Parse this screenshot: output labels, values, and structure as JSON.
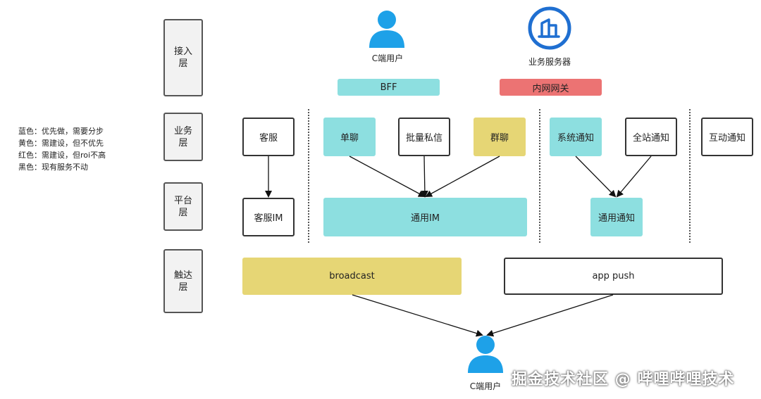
{
  "legend": {
    "lines": [
      "蓝色：优先做，需要分步",
      "黄色：需建设，但不优先",
      "红色：需建设，但roi不高",
      "黑色：现有服务不动"
    ]
  },
  "layers": {
    "access": "接入\n层",
    "business": "业务\n层",
    "platform": "平台\n层",
    "reach": "触达\n层"
  },
  "top": {
    "c_user": "C端用户",
    "biz_server": "业务服务器",
    "bff": "BFF",
    "gateway": "内网网关"
  },
  "business": {
    "kefu": "客服",
    "single_chat": "单聊",
    "batch_dm": "批量私信",
    "group_chat": "群聊",
    "sys_notice": "系统通知",
    "site_notice": "全站通知",
    "interactive_notice": "互动通知"
  },
  "platform": {
    "kefu_im": "客服IM",
    "common_im": "通用IM",
    "common_notice": "通用通知"
  },
  "reach": {
    "broadcast": "broadcast",
    "app_push": "app push"
  },
  "bottom": {
    "c_user": "C端用户"
  },
  "watermark": "掘金技术社区 @ 哔哩哔哩技术",
  "colors": {
    "priority": "#8ddfe0",
    "later": "#e6d675",
    "low_roi": "#ec7373",
    "user_icon": "#1ea1e8",
    "server_icon": "#1f6fd1"
  }
}
